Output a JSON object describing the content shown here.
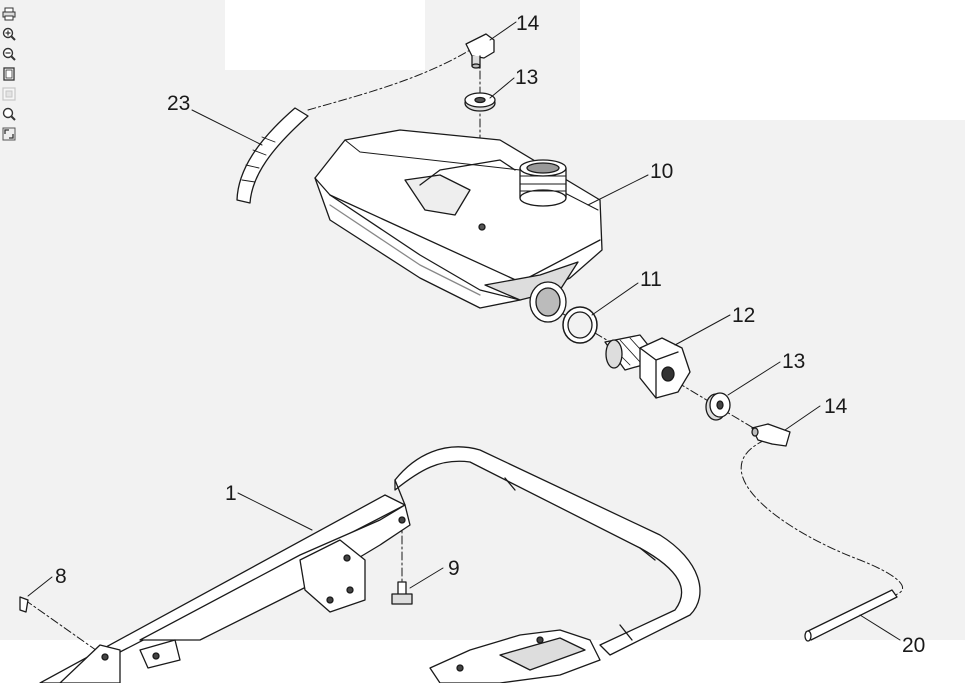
{
  "toolbar": {
    "items": [
      {
        "icon": "print-icon",
        "enabled": true
      },
      {
        "icon": "zoom-in-icon",
        "enabled": true
      },
      {
        "icon": "zoom-out-icon",
        "enabled": true
      },
      {
        "icon": "page-icon",
        "enabled": true
      },
      {
        "icon": "fit-page-icon",
        "enabled": false
      },
      {
        "icon": "magnifier-icon",
        "enabled": true
      },
      {
        "icon": "fullscreen-icon",
        "enabled": true
      }
    ]
  },
  "callouts": {
    "c14_top": "14",
    "c13_top": "13",
    "c23": "23",
    "c10": "10",
    "c11": "11",
    "c12": "12",
    "c13_right": "13",
    "c14_right": "14",
    "c1": "1",
    "c8": "8",
    "c9": "9",
    "c20": "20"
  },
  "colors": {
    "line": "#1a1a1a",
    "background": "#f2f2f2",
    "part_fill": "#ffffff",
    "shade": "#bdbdbd"
  }
}
